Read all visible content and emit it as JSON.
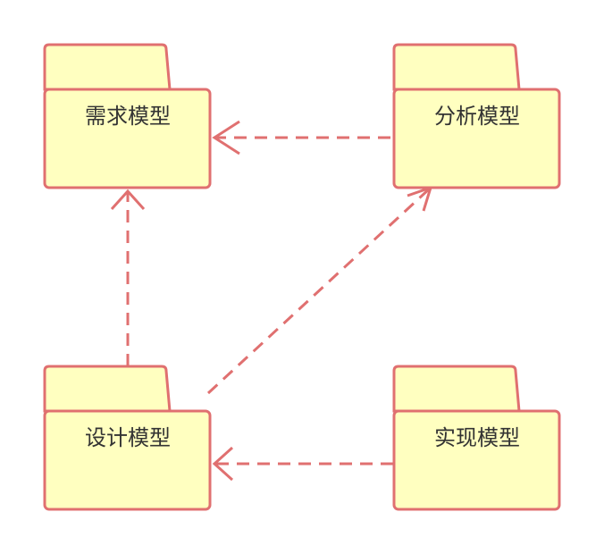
{
  "colors": {
    "stroke": "#e07070",
    "fill": "#ffffc0",
    "text": "#333333"
  },
  "packages": {
    "requirements": {
      "label": "需求模型"
    },
    "analysis": {
      "label": "分析模型"
    },
    "design": {
      "label": "设计模型"
    },
    "implementation": {
      "label": "实现模型"
    }
  },
  "dependencies": [
    {
      "from": "analysis",
      "to": "requirements"
    },
    {
      "from": "design",
      "to": "requirements"
    },
    {
      "from": "design",
      "to": "analysis"
    },
    {
      "from": "implementation",
      "to": "design"
    }
  ]
}
